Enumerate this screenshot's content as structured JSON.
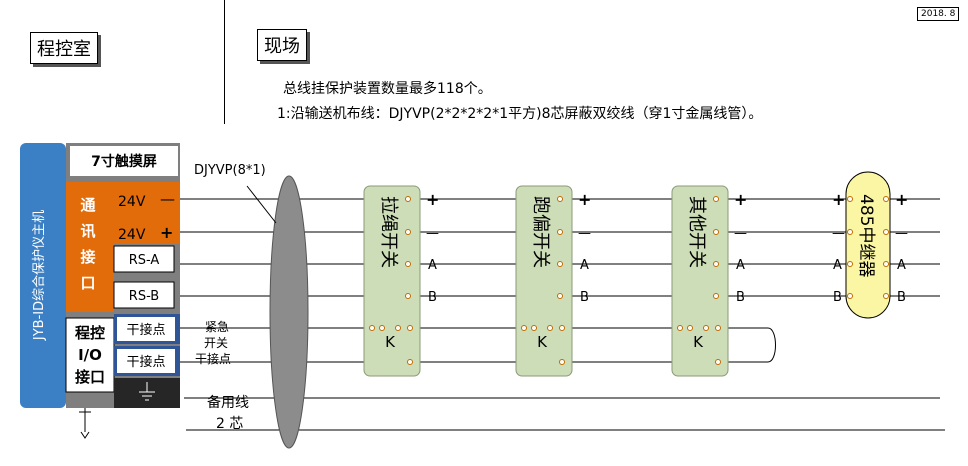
{
  "date_tag": "2018. 8",
  "left_title": "程控室",
  "right_title": "现场",
  "notes": {
    "line1": "总线挂保护装置数量最多118个。",
    "line2": "1:沿输送机布线：DJYVP(2*2*2*2*1平方)8芯屏蔽双绞线（穿1寸金属线管）。"
  },
  "host": {
    "side_label": "JYB-ID综合保护仪主机",
    "touchscreen": "7寸触摸屏",
    "comm_label": "通讯接口",
    "io_label": "程控I/O接口",
    "terminals": [
      "24V",
      "24V",
      "RS-A",
      "RS-B",
      "干接点",
      "干接点"
    ],
    "polarity_minus": "—",
    "polarity_plus": "+"
  },
  "cable_label": "DJYVP(8*1)",
  "emergency_label": [
    "紧急",
    "开关",
    "干接点"
  ],
  "spare_label": "备用线",
  "two_core_label": "2 芯",
  "devices": [
    {
      "name": "拉绳开关",
      "k": "K"
    },
    {
      "name": "跑偏开关",
      "k": "K"
    },
    {
      "name": "其他开关",
      "k": "K"
    }
  ],
  "repeater": {
    "name": "485中继器"
  },
  "pin_labels": {
    "plus": "+",
    "minus": "—",
    "a": "A",
    "b": "B"
  },
  "colors": {
    "host_blue": "#3b7fc4",
    "host_orange": "#e26b0a",
    "host_gray": "#7f7f7f",
    "host_dark": "#262626",
    "device_green": "#cdddb8",
    "repeater_yellow": "#fbf6a3",
    "cable_gray": "#8c8c8c"
  }
}
